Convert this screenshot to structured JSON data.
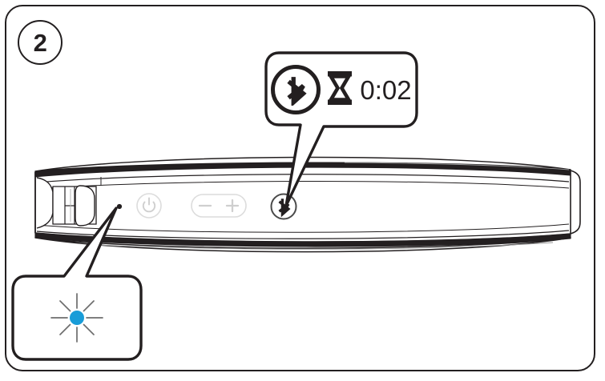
{
  "diagram": {
    "step_number": "2",
    "title": "Bluetooth pairing step",
    "colors": {
      "outline": "#231f20",
      "led_blue": "#189cd8",
      "control_gray": "#d9d9d9",
      "background": "#ffffff"
    }
  },
  "bluetooth_callout": {
    "name": "bluetooth-pairing-status",
    "bluetooth_icon": "bluetooth-icon",
    "hourglass_icon": "hourglass-icon",
    "timer": "0:02"
  },
  "led_callout": {
    "name": "led-blinking-indicator",
    "icon": "blinking-led-icon",
    "led_color": "#189cd8",
    "ray_count": 8
  },
  "device": {
    "name": "bluetooth-speaker",
    "controls": [
      {
        "name": "power-button",
        "icon": "power-icon",
        "label": ""
      },
      {
        "name": "volume-down-button",
        "icon": "minus-icon",
        "label": ""
      },
      {
        "name": "volume-up-button",
        "icon": "plus-icon",
        "label": ""
      },
      {
        "name": "bluetooth-button",
        "icon": "bluetooth-icon",
        "label": ""
      }
    ],
    "led_indicator": "status-led"
  }
}
